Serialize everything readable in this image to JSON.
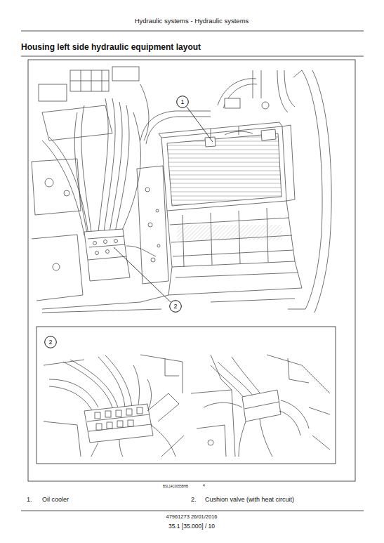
{
  "diagram": {
    "title": "Housing left side hydraulic equipment layout",
    "nodes": [
      {
        "text": [
          "1"
        ]
      },
      {
        "text": [
          "2"
        ]
      },
      {
        "text": [
          "2"
        ]
      }
    ],
    "labels": [
      "Hydraulic systems - Hydraulic systems",
      "BSL14C0055BHB",
      "4",
      "1.",
      "Oil cooler",
      "2.",
      "Cushion valve (with heat circuit)",
      "47961273 26/01/2016",
      "35.1 [35.000] / 10"
    ]
  }
}
